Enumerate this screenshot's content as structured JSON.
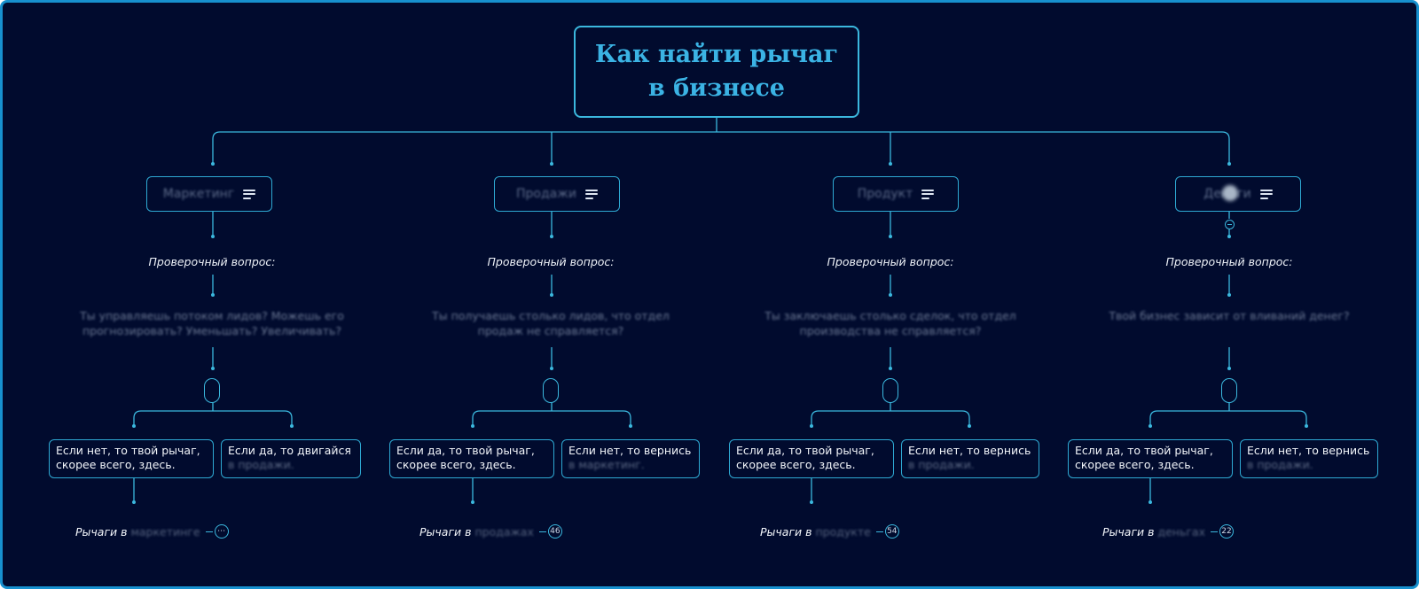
{
  "root": {
    "title": "Как найти рычаг в бизнесе"
  },
  "branches": [
    {
      "label": "Маркетинг",
      "question_label": "Проверочный вопрос:",
      "question": "Ты управляешь потоком лидов? Можешь его прогнозировать? Уменьшать? Увеличивать?",
      "answer_left": {
        "text": "Если нет, то твой рычаг, скорее всего, здесь."
      },
      "answer_right": {
        "text": "Если да, то двигайся",
        "blurred": "в продажи."
      },
      "lever": {
        "prefix": "Рычаги в",
        "blurred": "маркетинге",
        "count": "⋯"
      }
    },
    {
      "label": "Продажи",
      "question_label": "Проверочный вопрос:",
      "question": "Ты получаешь столько лидов, что отдел продаж не справляется?",
      "answer_left": {
        "text": "Если да, то твой рычаг, скорее всего, здесь."
      },
      "answer_right": {
        "text": "Если нет, то вернись",
        "blurred": "в маркетинг."
      },
      "lever": {
        "prefix": "Рычаги в",
        "blurred": "продажах",
        "count": "46"
      }
    },
    {
      "label": "Продукт",
      "question_label": "Проверочный вопрос:",
      "question": "Ты заключаешь столько сделок, что отдел производства не справляется?",
      "answer_left": {
        "text": "Если да, то твой рычаг, скорее всего, здесь."
      },
      "answer_right": {
        "text": "Если нет, то вернись",
        "blurred": "в продажи."
      },
      "lever": {
        "prefix": "Рычаги в",
        "blurred": "продукте",
        "count": "54"
      }
    },
    {
      "label": "Деньги",
      "question_label": "Проверочный вопрос:",
      "question": "Твой бизнес зависит от вливаний денег?",
      "answer_left": {
        "text": "Если да, то твой рычаг, скорее всего, здесь."
      },
      "answer_right": {
        "text": "Если нет, то вернись",
        "blurred": "в продажи."
      },
      "lever": {
        "prefix": "Рычаги в",
        "blurred": "деньгах",
        "count": "22"
      }
    }
  ],
  "colors": {
    "background": "#010b2e",
    "accent": "#3bb8de",
    "frame": "#1791cf",
    "title": "#3bb3e4"
  },
  "icons": [
    "notes-icon",
    "collapse-icon"
  ]
}
